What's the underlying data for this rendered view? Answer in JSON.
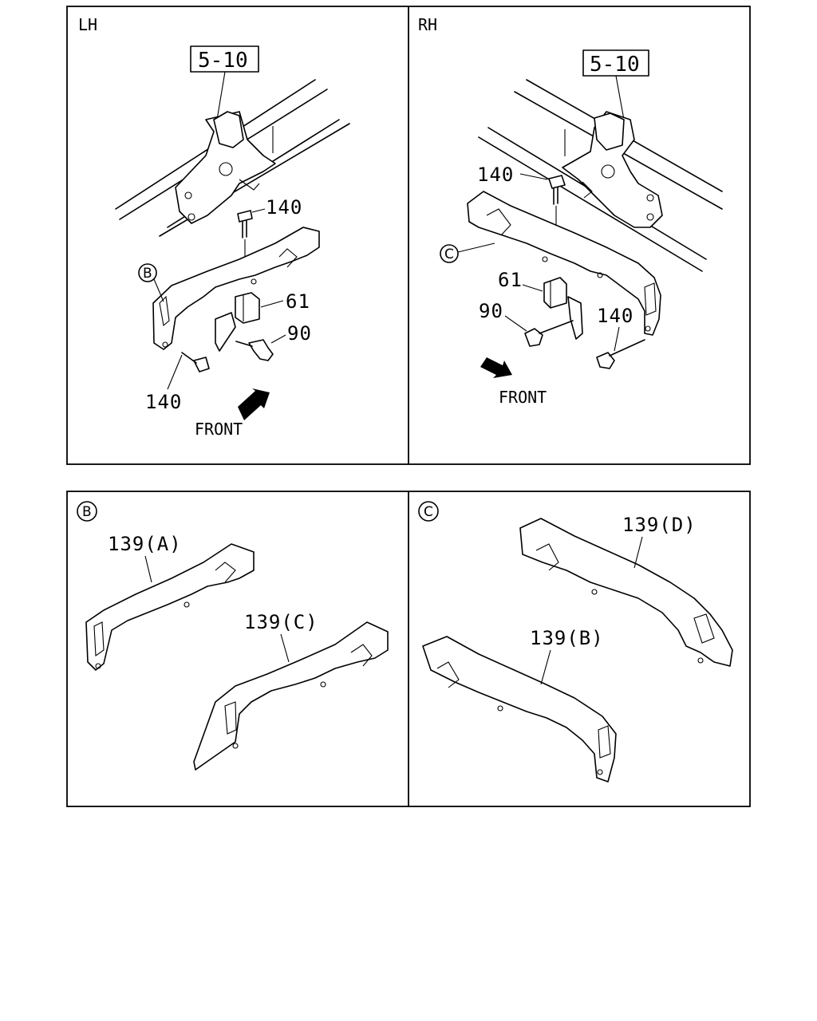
{
  "panels": {
    "lh": {
      "title": "LH",
      "ref": "5-10",
      "callouts": {
        "bolt_top": "140",
        "block": "61",
        "bolt_mid": "90",
        "bolt_bottom": "140",
        "detail": "B"
      },
      "front": "FRONT"
    },
    "rh": {
      "title": "RH",
      "ref": "5-10",
      "callouts": {
        "bolt_top": "140",
        "block": "61",
        "bolt_mid": "90",
        "bolt_right": "140",
        "detail": "C"
      },
      "front": "FRONT"
    },
    "detail_b": {
      "title": "B",
      "parts": [
        "139(A)",
        "139(C)"
      ]
    },
    "detail_c": {
      "title": "C",
      "parts": [
        "139(D)",
        "139(B)"
      ]
    }
  }
}
